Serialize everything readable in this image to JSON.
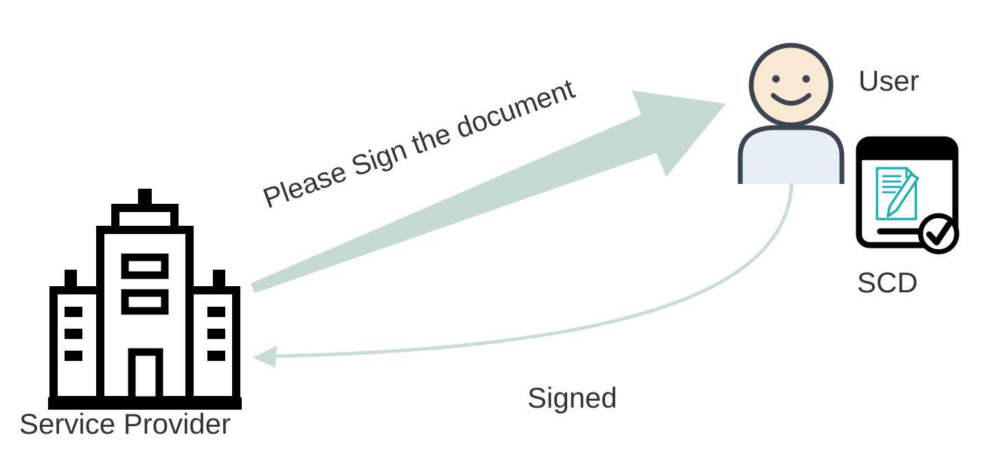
{
  "nodes": {
    "service_provider": {
      "label": "Service Provider",
      "icon": "building-icon"
    },
    "user": {
      "label": "User",
      "icon": "person-icon"
    },
    "scd": {
      "label": "SCD",
      "icon": "signing-device-icon"
    }
  },
  "edges": {
    "request": {
      "label": "Please Sign the document",
      "from": "service_provider",
      "to": "user",
      "style": "large-tapered-arrow"
    },
    "response": {
      "label": "Signed",
      "from": "user",
      "to": "service_provider",
      "style": "thin-curved-arrow"
    }
  },
  "colors": {
    "arrow_green": "#c5dbcf",
    "arrow_green_light": "#c9ded3",
    "outline_dark": "#3d4451",
    "face_skin": "#f9e9d3",
    "shirt_blue": "#e6f0f4",
    "document_teal": "#14b1ba",
    "icon_black": "#000000",
    "text": "#2f353a",
    "background": "#ffffff"
  }
}
